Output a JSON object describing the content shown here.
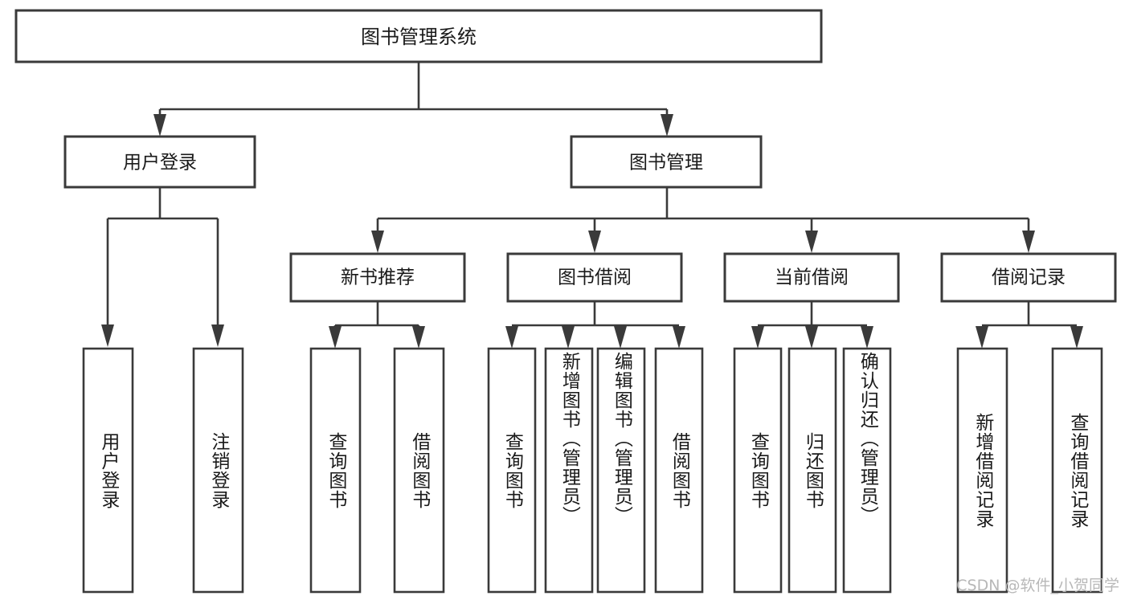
{
  "diagram": {
    "type": "tree",
    "title": "图书管理系统",
    "orientation": "top-down",
    "colors": {
      "box_stroke": "#3a3a3a",
      "box_fill": "#ffffff",
      "connector": "#3a3a3a",
      "text": "#1a1a1a",
      "watermark": "#b8b8b8",
      "background": "#ffffff"
    },
    "root": {
      "label": "图书管理系统"
    },
    "level2": [
      {
        "label": "用户登录"
      },
      {
        "label": "图书管理"
      }
    ],
    "level3": [
      {
        "label": "新书推荐"
      },
      {
        "label": "图书借阅"
      },
      {
        "label": "当前借阅"
      },
      {
        "label": "借阅记录"
      }
    ],
    "leaves": {
      "user_login": [
        {
          "label": "用户登录"
        },
        {
          "label": "注销登录"
        }
      ],
      "new_book": [
        {
          "label": "查询图书"
        },
        {
          "label": "借阅图书"
        }
      ],
      "book_borrow": [
        {
          "label": "查询图书"
        },
        {
          "label": "新增图书（管理员）"
        },
        {
          "label": "编辑图书（管理员）"
        },
        {
          "label": "借阅图书"
        }
      ],
      "current_borrow": [
        {
          "label": "查询图书"
        },
        {
          "label": "归还图书"
        },
        {
          "label": "确认归还（管理员）"
        }
      ],
      "borrow_record": [
        {
          "label": "新增借阅记录"
        },
        {
          "label": "查询借阅记录"
        }
      ]
    }
  },
  "watermark": {
    "text": "CSDN @软件_小贺同学"
  }
}
